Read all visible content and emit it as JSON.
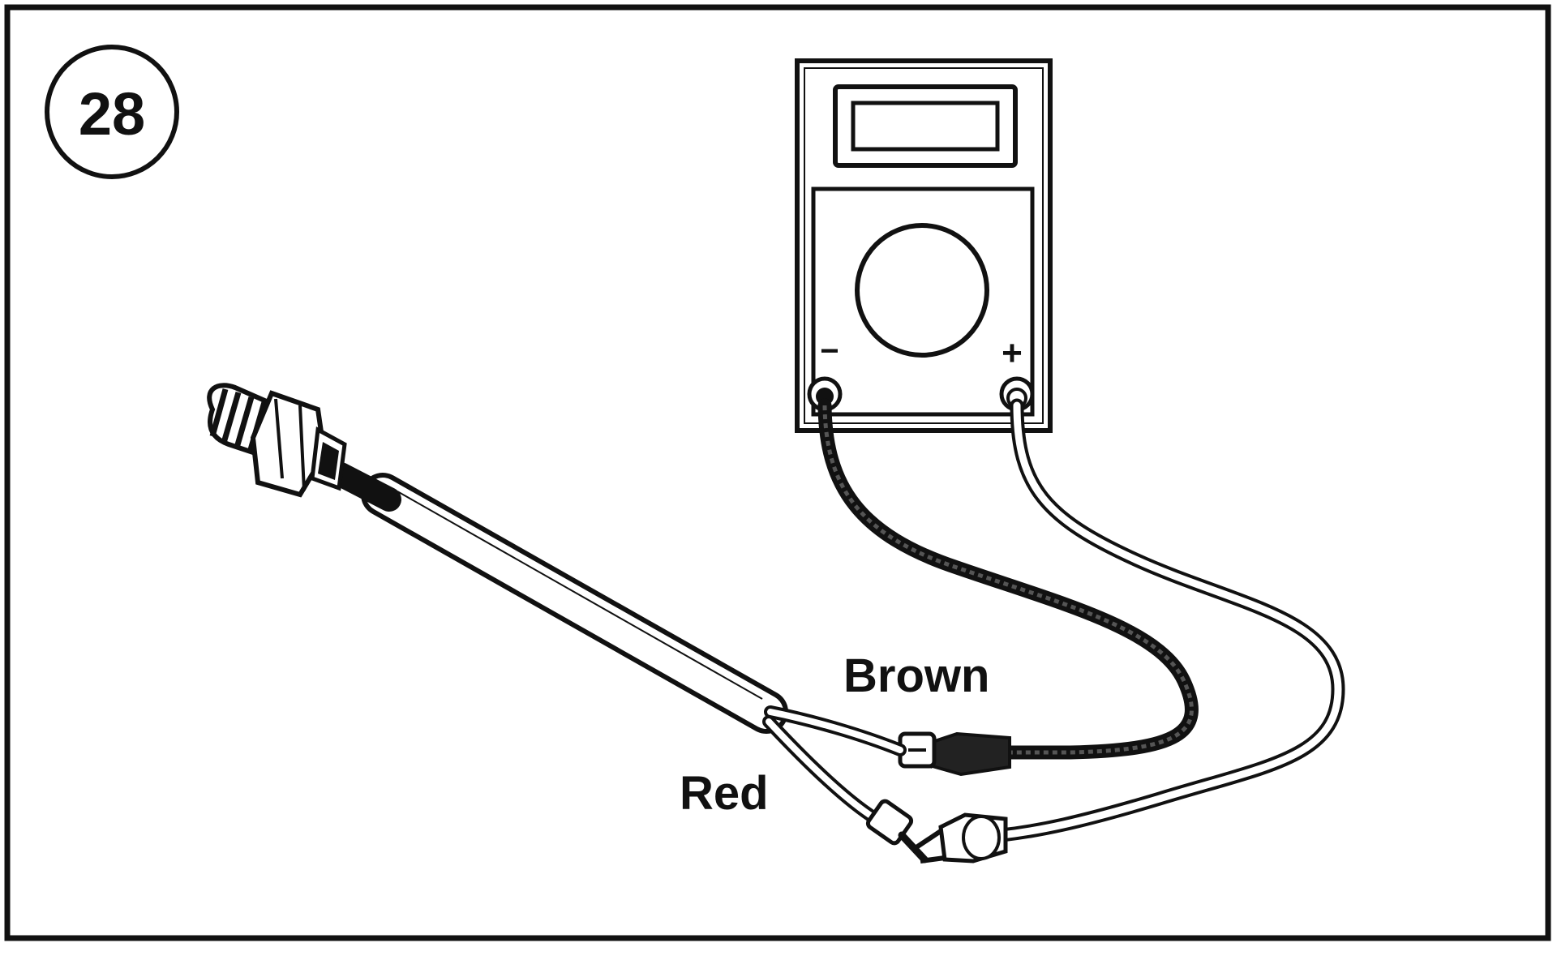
{
  "figure": {
    "number": "28",
    "labels": {
      "brown": "Brown",
      "red": "Red"
    },
    "meter": {
      "negative_terminal": "−",
      "positive_terminal": "+"
    }
  },
  "icons": {
    "meter": "multimeter-icon",
    "sensor": "temperature-sensor-icon"
  },
  "colors": {
    "ink": "#111111",
    "paper": "#ffffff"
  }
}
